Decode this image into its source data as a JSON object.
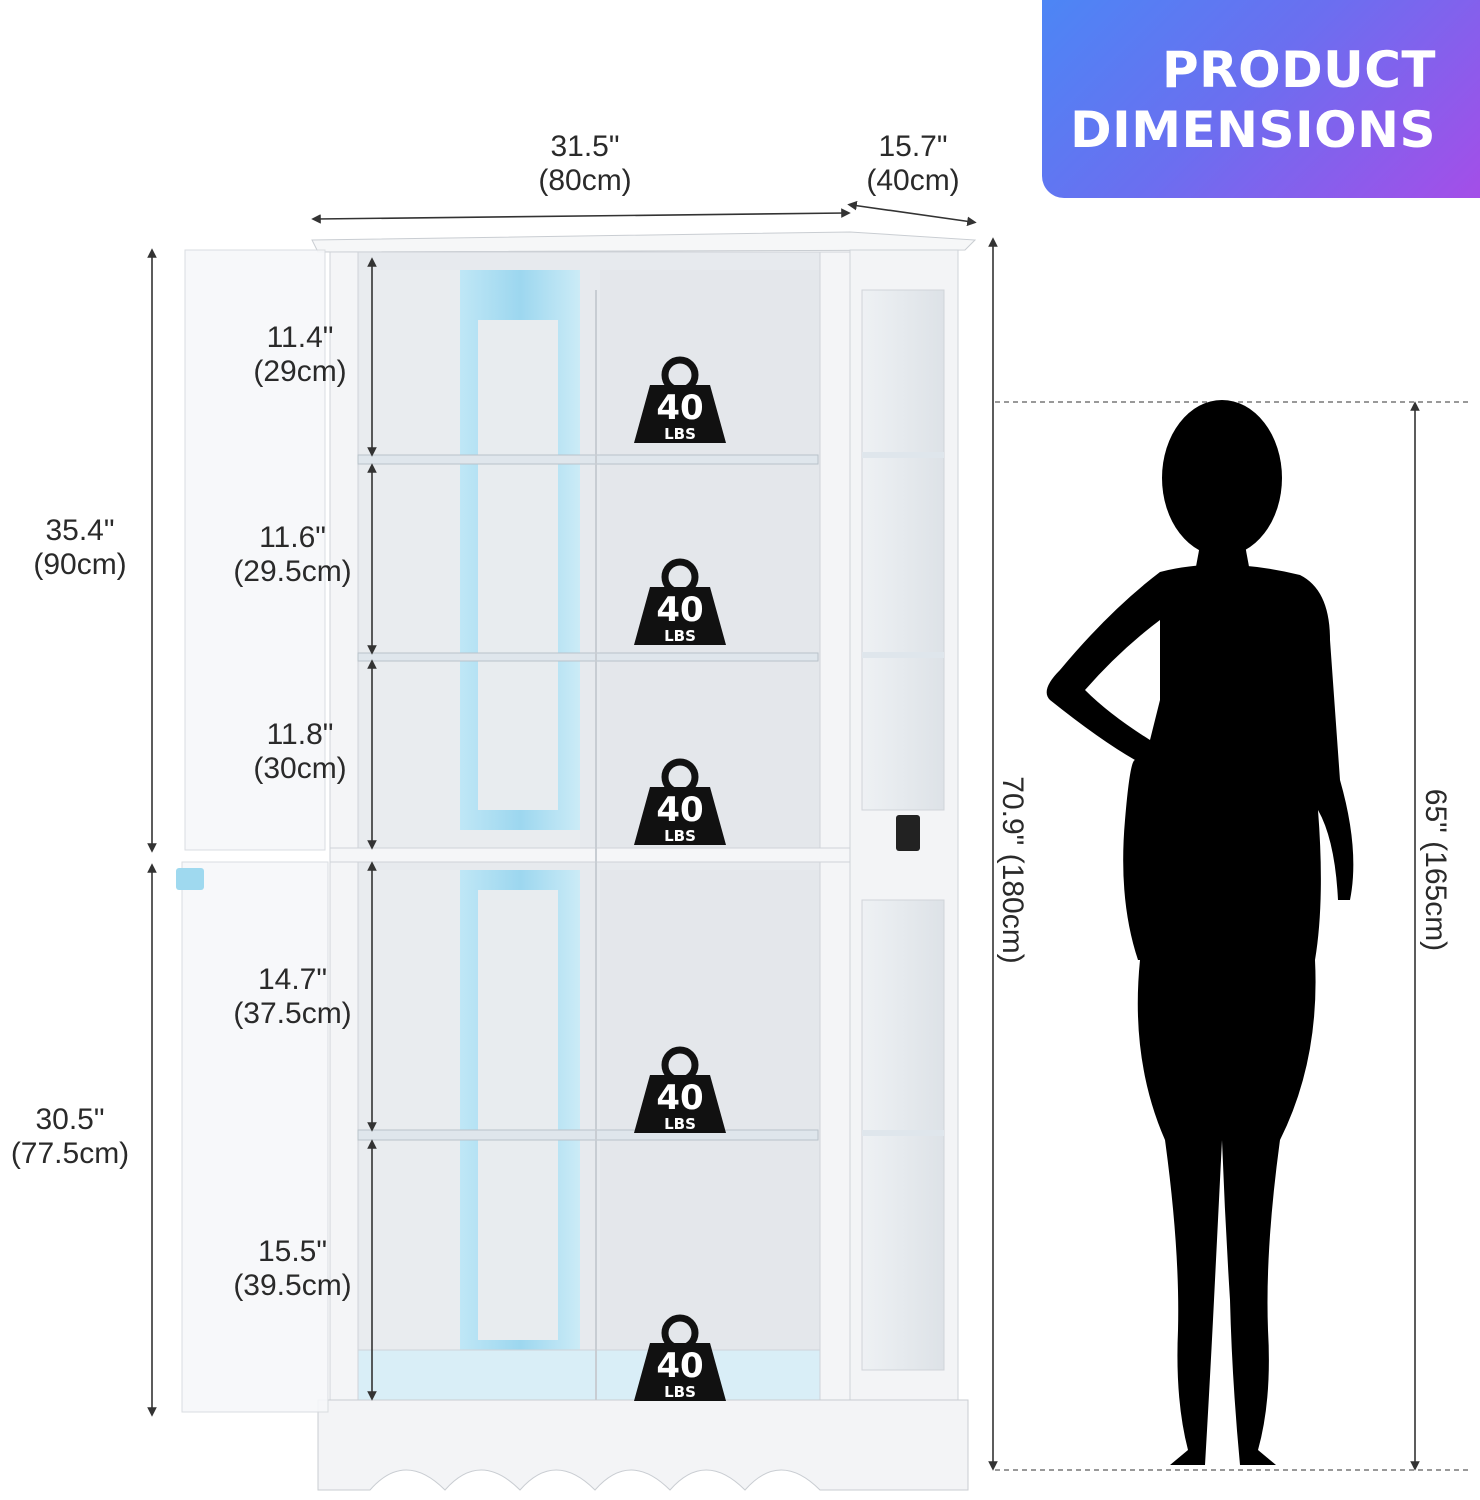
{
  "banner": {
    "line1": "PRODUCT",
    "line2": "DIMENSIONS"
  },
  "dimensions": {
    "width": {
      "in": "31.5\"",
      "cm": "(80cm)"
    },
    "depth": {
      "in": "15.7\"",
      "cm": "(40cm)"
    },
    "upper_section": {
      "in": "35.4\"",
      "cm": "(90cm)"
    },
    "lower_section": {
      "in": "30.5\"",
      "cm": "(77.5cm)"
    },
    "shelf_1": {
      "in": "11.4\"",
      "cm": "(29cm)"
    },
    "shelf_2": {
      "in": "11.6\"",
      "cm": "(29.5cm)"
    },
    "shelf_3": {
      "in": "11.8\"",
      "cm": "(30cm)"
    },
    "shelf_4": {
      "in": "14.7\"",
      "cm": "(37.5cm)"
    },
    "shelf_5": {
      "in": "15.5\"",
      "cm": "(39.5cm)"
    },
    "total_height": {
      "text": "70.9\" (180cm)"
    },
    "person_height": {
      "text": "65\" (165cm)"
    }
  },
  "weight_capacity": {
    "value": "40",
    "unit": "LBS"
  },
  "colors": {
    "led_blue": "#8fd3ef",
    "cabinet_white": "#f2f4f6",
    "silhouette": "#000000"
  }
}
